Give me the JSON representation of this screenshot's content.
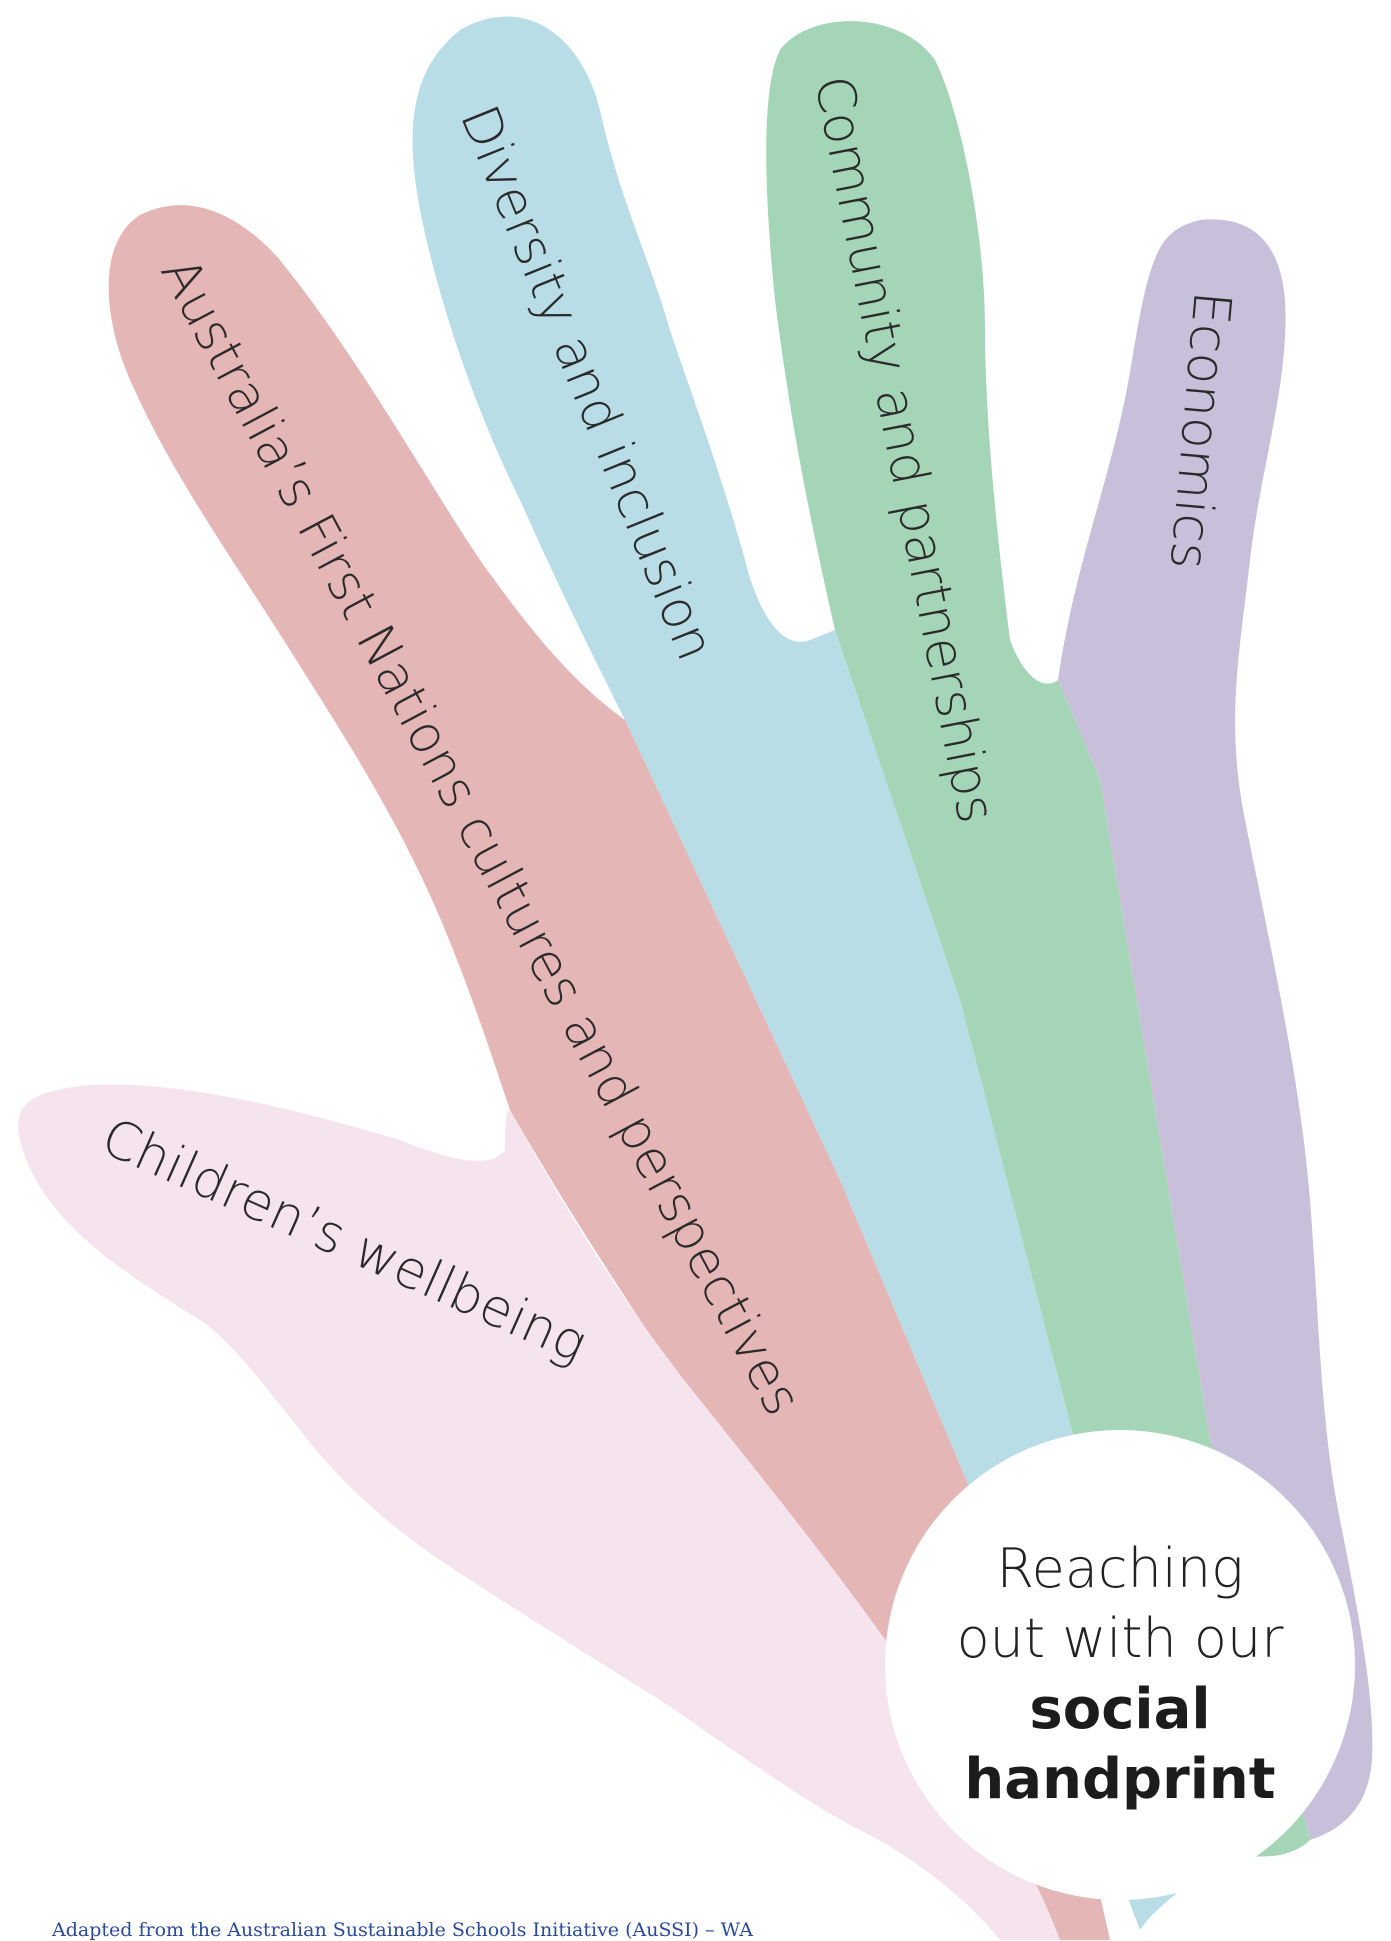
{
  "fingers": {
    "thumb": {
      "label": "Children’s wellbeing",
      "color": "#f5e4ee"
    },
    "index": {
      "label": "Australia’s First Nations cultures and perspectives",
      "color": "#e5b6b6"
    },
    "middle": {
      "label": "Diversity and inclusion",
      "color": "#b9dde6"
    },
    "ring": {
      "label": "Community and partnerships",
      "color": "#a5d5b7"
    },
    "pinky": {
      "label": "Economics",
      "color": "#c8c0da"
    }
  },
  "center": {
    "line1": "Reaching",
    "line2": "out with our",
    "line3": "social",
    "line4": "handprint",
    "circle_color": "#ffffff"
  },
  "credit": "Adapted from the Australian Sustainable Schools Initiative (AuSSI) – WA"
}
